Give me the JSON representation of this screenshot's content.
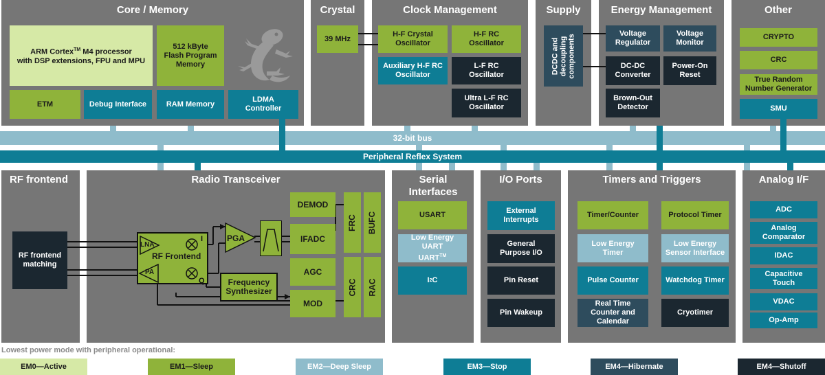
{
  "panels": {
    "core_memory": "Core / Memory",
    "crystal": "Crystal",
    "clock_management": "Clock Management",
    "supply": "Supply",
    "energy_management": "Energy Management",
    "other": "Other",
    "rf_frontend": "RF frontend",
    "radio_transceiver": "Radio Transceiver",
    "serial_interfaces": "Serial Interfaces",
    "io_ports": "I/O Ports",
    "timers_triggers": "Timers and Triggers",
    "analog": "Analog I/F"
  },
  "core": {
    "cpu_line1a": "ARM Cortex",
    "cpu_tm": "TM",
    "cpu_line1b": " M4 processor",
    "cpu_line2": "with DSP extensions, FPU and MPU",
    "flash": "512 kByte Flash Program Memory",
    "etm": "ETM",
    "debug": "Debug Interface",
    "ram": "RAM Memory",
    "ldma": "LDMA Controller"
  },
  "crystal": {
    "freq": "39 MHz"
  },
  "clock": {
    "hf_crystal": "H-F Crystal Oscillator",
    "hf_rc": "H-F RC Oscillator",
    "aux_hf_rc": "Auxiliary H-F RC Oscillator",
    "lf_rc": "L-F RC Oscillator",
    "ulf_rc": "Ultra L-F RC Oscillator"
  },
  "supply": {
    "dcdc": "DCDC and decoupling components"
  },
  "energy": {
    "vreg": "Voltage Regulator",
    "vmon": "Voltage Monitor",
    "dcdc_conv": "DC-DC Converter",
    "por": "Power-On Reset",
    "bod": "Brown-Out Detector"
  },
  "other": {
    "crypto": "CRYPTO",
    "crc": "CRC",
    "trng": "True Random Number Generator",
    "smu": "SMU"
  },
  "bus": {
    "bus32": "32-bit bus",
    "prs": "Peripheral Reflex System"
  },
  "rf": {
    "matching": "RF frontend matching"
  },
  "radio": {
    "lna": "LNA",
    "pa": "PA",
    "rf_frontend": "RF Frontend",
    "i": "I",
    "q": "Q",
    "pga": "PGA",
    "demod": "DEMOD",
    "ifadc": "IFADC",
    "agc": "AGC",
    "mod": "MOD",
    "synth": "Frequency Synthesizer",
    "frc": "FRC",
    "bufc": "BUFC",
    "crc": "CRC",
    "rac": "RAC"
  },
  "serial": {
    "usart": "USART",
    "leuart_a": "Low Energy UART",
    "leuart_tm": "TM",
    "i2c_a": "I",
    "i2c_sup": "2",
    "i2c_b": "C"
  },
  "io": {
    "ext_int": "External Interrupts",
    "gpio": "General Purpose I/O",
    "pin_reset": "Pin Reset",
    "pin_wakeup": "Pin Wakeup"
  },
  "timers": {
    "timer_counter": "Timer/Counter",
    "protocol_timer": "Protocol Timer",
    "le_timer": "Low Energy Timer",
    "le_sensor": "Low Energy Sensor Interface",
    "pulse_counter": "Pulse Counter",
    "watchdog": "Watchdog Timer",
    "rtcc": "Real Time Counter and Calendar",
    "cryotimer": "Cryotimer"
  },
  "analog": {
    "adc": "ADC",
    "acmp": "Analog Comparator",
    "idac": "IDAC",
    "cap_touch": "Capacitive Touch",
    "vdac": "VDAC",
    "opamp": "Op-Amp"
  },
  "legend": {
    "caption": "Lowest power mode with peripheral operational:",
    "em0": "EM0—Active",
    "em1": "EM1—Sleep",
    "em2": "EM2—Deep Sleep",
    "em3": "EM3—Stop",
    "em4h": "EM4—Hibernate",
    "em4s": "EM4—Shutoff"
  },
  "colors": {
    "panel": "#767676",
    "em0": "#d6e9a6",
    "em1": "#8fb33a",
    "em2": "#8fbccb",
    "em3": "#0e7d95",
    "em4h": "#2e4c5d",
    "em4s": "#1b2730"
  },
  "icons": {
    "gecko": "gecko-logo-icon"
  }
}
